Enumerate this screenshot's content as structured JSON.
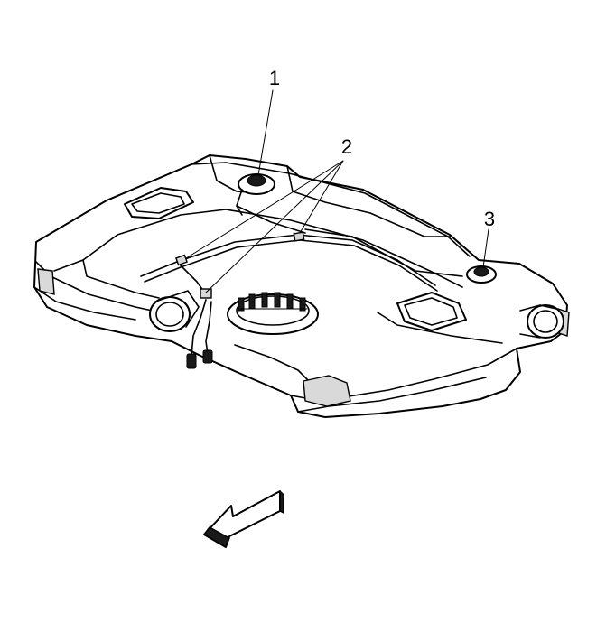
{
  "diagram": {
    "callouts": [
      {
        "id": "callout-1",
        "label": "1"
      },
      {
        "id": "callout-2",
        "label": "2"
      },
      {
        "id": "callout-3",
        "label": "3"
      }
    ],
    "icons": [
      "fuel-tank-drawing",
      "direction-arrow-icon"
    ],
    "colors": {
      "line": "#000000",
      "background": "#ffffff",
      "shade": "#d9d9d9"
    }
  }
}
